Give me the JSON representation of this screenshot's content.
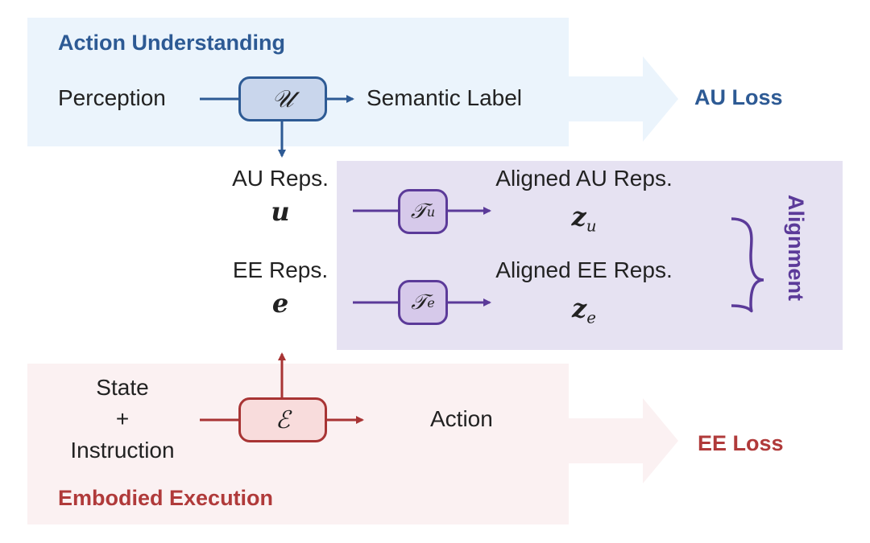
{
  "colors": {
    "action_understanding": "#2d5a94",
    "embodied_execution": "#b03a3a",
    "alignment": "#5b3a99",
    "au_panel_bg": "#ebf4fc",
    "ee_panel_bg": "#fbf1f2",
    "alignment_panel_bg": "#e6e2f2"
  },
  "action_understanding": {
    "title": "Action Understanding",
    "input": "Perception",
    "module": "𝒰",
    "output": "Semantic Label",
    "loss": "AU Loss"
  },
  "representations": {
    "au_label": "AU Reps.",
    "au_symbol": "u",
    "ee_label": "EE Reps.",
    "ee_symbol": "e"
  },
  "alignment": {
    "title": "Alignment",
    "transform_u": {
      "symbol": "𝒯",
      "subscript": "u"
    },
    "transform_e": {
      "symbol": "𝒯",
      "subscript": "e"
    },
    "aligned_au_label": "Aligned AU Reps.",
    "aligned_au_symbol": "z",
    "aligned_au_subscript": "u",
    "aligned_ee_label": "Aligned EE Reps.",
    "aligned_ee_symbol": "z",
    "aligned_ee_subscript": "e"
  },
  "embodied_execution": {
    "title": "Embodied Execution",
    "input_line1": "State",
    "input_line2": "+",
    "input_line3": "Instruction",
    "module": "ℰ",
    "output": "Action",
    "loss": "EE Loss"
  }
}
